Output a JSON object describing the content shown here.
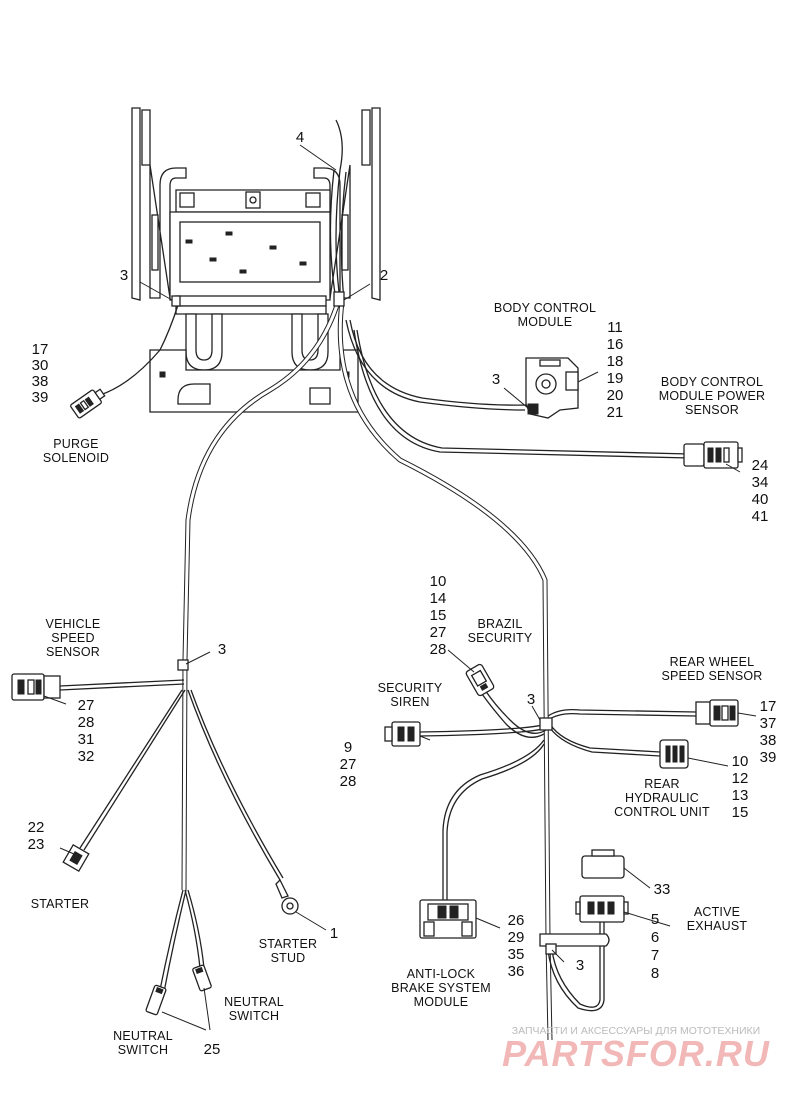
{
  "labels": {
    "body_control_module": [
      "BODY CONTROL",
      "MODULE"
    ],
    "body_control_module_power_sensor": [
      "BODY CONTROL",
      "MODULE POWER",
      "SENSOR"
    ],
    "purge_solenoid": [
      "PURGE",
      "SOLENOID"
    ],
    "vehicle_speed_sensor": [
      "VEHICLE",
      "SPEED",
      "SENSOR"
    ],
    "brazil_security": [
      "BRAZIL",
      "SECURITY"
    ],
    "security_siren": [
      "SECURITY",
      "SIREN"
    ],
    "rear_wheel_speed_sensor": [
      "REAR WHEEL",
      "SPEED SENSOR"
    ],
    "rear_hydraulic_control_unit": [
      "REAR",
      "HYDRAULIC",
      "CONTROL UNIT"
    ],
    "starter": "STARTER",
    "starter_stud": [
      "STARTER",
      "STUD"
    ],
    "neutral_switch_right": [
      "NEUTRAL",
      "SWITCH"
    ],
    "neutral_switch_left": [
      "NEUTRAL",
      "SWITCH"
    ],
    "active_exhaust": [
      "ACTIVE",
      "EXHAUST"
    ],
    "anti_lock_brake_system_module": [
      "ANTI-LOCK",
      "BRAKE SYSTEM",
      "MODULE"
    ]
  },
  "callouts": {
    "frame": "4",
    "clip_left": "3",
    "clip_frame_right": "2",
    "purge_solenoid": [
      "17",
      "30",
      "38",
      "39"
    ],
    "bcm": [
      "11",
      "16",
      "18",
      "19",
      "20",
      "21"
    ],
    "clip_bcm": "3",
    "bcm_power_sensor": [
      "24",
      "34",
      "40",
      "41"
    ],
    "brazil_security": [
      "10",
      "14",
      "15",
      "27",
      "28"
    ],
    "clip_vss": "3",
    "vehicle_speed_sensor": [
      "27",
      "28",
      "31",
      "32"
    ],
    "security_siren": [
      "9",
      "27",
      "28"
    ],
    "clip_center": "3",
    "rear_wheel_speed_sensor": [
      "17",
      "37",
      "38",
      "39"
    ],
    "rear_hydraulic_control_unit": [
      "10",
      "12",
      "13",
      "15"
    ],
    "starter": [
      "22",
      "23"
    ],
    "starter_stud": "1",
    "active_exhaust_cap": "33",
    "active_exhaust_connector": [
      "5",
      "6",
      "7",
      "8"
    ],
    "abs_module": [
      "26",
      "29",
      "35",
      "36"
    ],
    "clip_lower": "3",
    "neutral_switch": "25"
  },
  "watermark": {
    "tagline": "ЗАПЧАСТИ И АКСЕССУАРЫ ДЛЯ МОТОТЕХНИКИ",
    "brand": "PARTSFOR.RU"
  },
  "colors": {
    "line": "#222222",
    "background": "#ffffff",
    "watermark_brand": "#f2b8b8",
    "watermark_text": "#bbbbbb"
  }
}
